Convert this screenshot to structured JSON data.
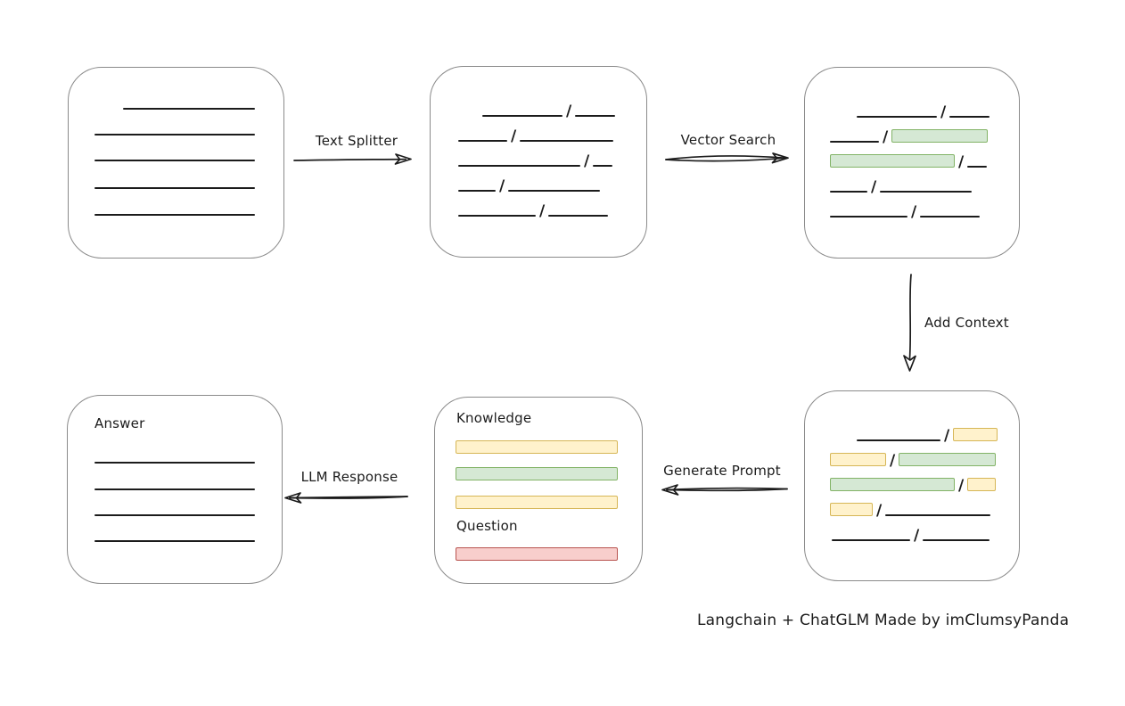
{
  "caption": "Langchain + ChatGLM Made by imClumsyPanda",
  "arrow_labels": {
    "text_splitter": "Text Splitter",
    "vector_search": "Vector Search",
    "add_context": "Add Context",
    "generate_prompt": "Generate Prompt",
    "llm_response": "LLM Response"
  },
  "box_labels": {
    "knowledge": "Knowledge",
    "question": "Question",
    "answer": "Answer"
  },
  "marks": {
    "slash": "/"
  },
  "colors": {
    "ink": "#1b1b1b",
    "box_border": "#8a8a8a",
    "green_fill": "#d5e8d4",
    "green_border": "#82b366",
    "yellow_fill": "#fff2cc",
    "yellow_border": "#d6b656",
    "red_fill": "#f8cecc",
    "red_border": "#b85450"
  }
}
